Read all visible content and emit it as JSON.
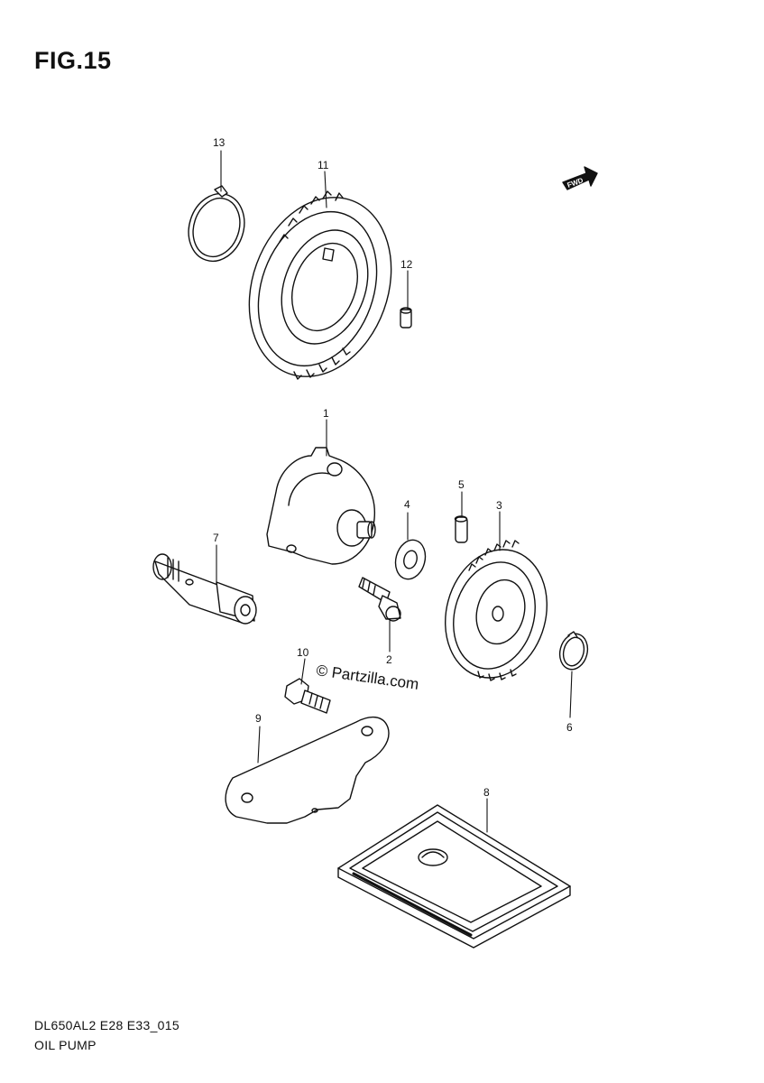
{
  "figure": {
    "title": "FIG.15"
  },
  "footer": {
    "model_code": "DL650AL2 E28 E33_015",
    "section_name": "OIL PUMP"
  },
  "watermark": "© Partzilla.com",
  "fwd_label": "FWD",
  "callouts": [
    "1",
    "2",
    "3",
    "4",
    "5",
    "6",
    "7",
    "8",
    "9",
    "10",
    "11",
    "12",
    "13"
  ]
}
